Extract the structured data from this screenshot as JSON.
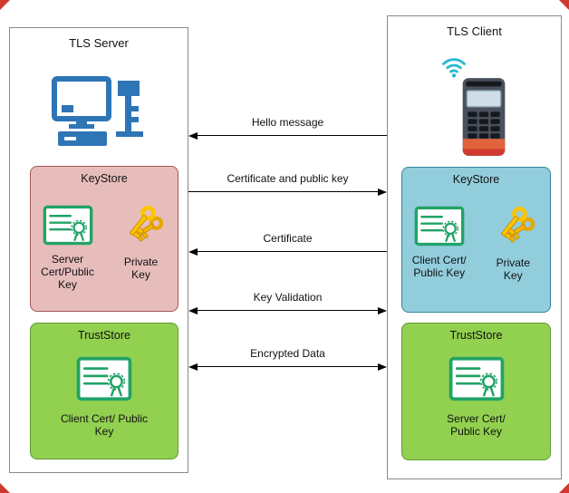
{
  "diagram": {
    "server": {
      "title": "TLS Server",
      "keystore": {
        "title": "KeyStore",
        "cert_label": "Server Cert/Public Key",
        "key_label": "Private Key"
      },
      "truststore": {
        "title": "TrustStore",
        "cert_label": "Client Cert/ Public Key"
      }
    },
    "client": {
      "title": "TLS Client",
      "keystore": {
        "title": "KeyStore",
        "cert_label": "Client Cert/ Public Key",
        "key_label": "Private Key"
      },
      "truststore": {
        "title": "TrustStore",
        "cert_label": "Server Cert/ Public Key"
      }
    },
    "messages": [
      {
        "label": "Hello message",
        "direction": "client-to-server"
      },
      {
        "label": "Certificate and public key",
        "direction": "server-to-client"
      },
      {
        "label": "Certificate",
        "direction": "client-to-server"
      },
      {
        "label": "Key Validation",
        "direction": "bidirectional"
      },
      {
        "label": "Encrypted Data",
        "direction": "bidirectional"
      }
    ],
    "icons": {
      "server_device": "desktop-computer-with-key",
      "client_device": "pos-payment-terminal",
      "client_signal": "wifi-signal",
      "certificate": "certificate-with-seal",
      "private_key": "gold-keys"
    },
    "colors": {
      "server_keystore_fill": "#e7bdbc",
      "server_keystore_border": "#a25754",
      "client_keystore_fill": "#92cddc",
      "client_keystore_border": "#31859b",
      "truststore_fill": "#92d050",
      "truststore_border": "#5d9a33",
      "certificate_green": "#21a366",
      "key_gold": "#ffc400",
      "wifi_cyan": "#29b9d2",
      "computer_blue": "#2e75b6",
      "arrow": "#000000",
      "corner_marks": "#cf3a2e"
    }
  }
}
